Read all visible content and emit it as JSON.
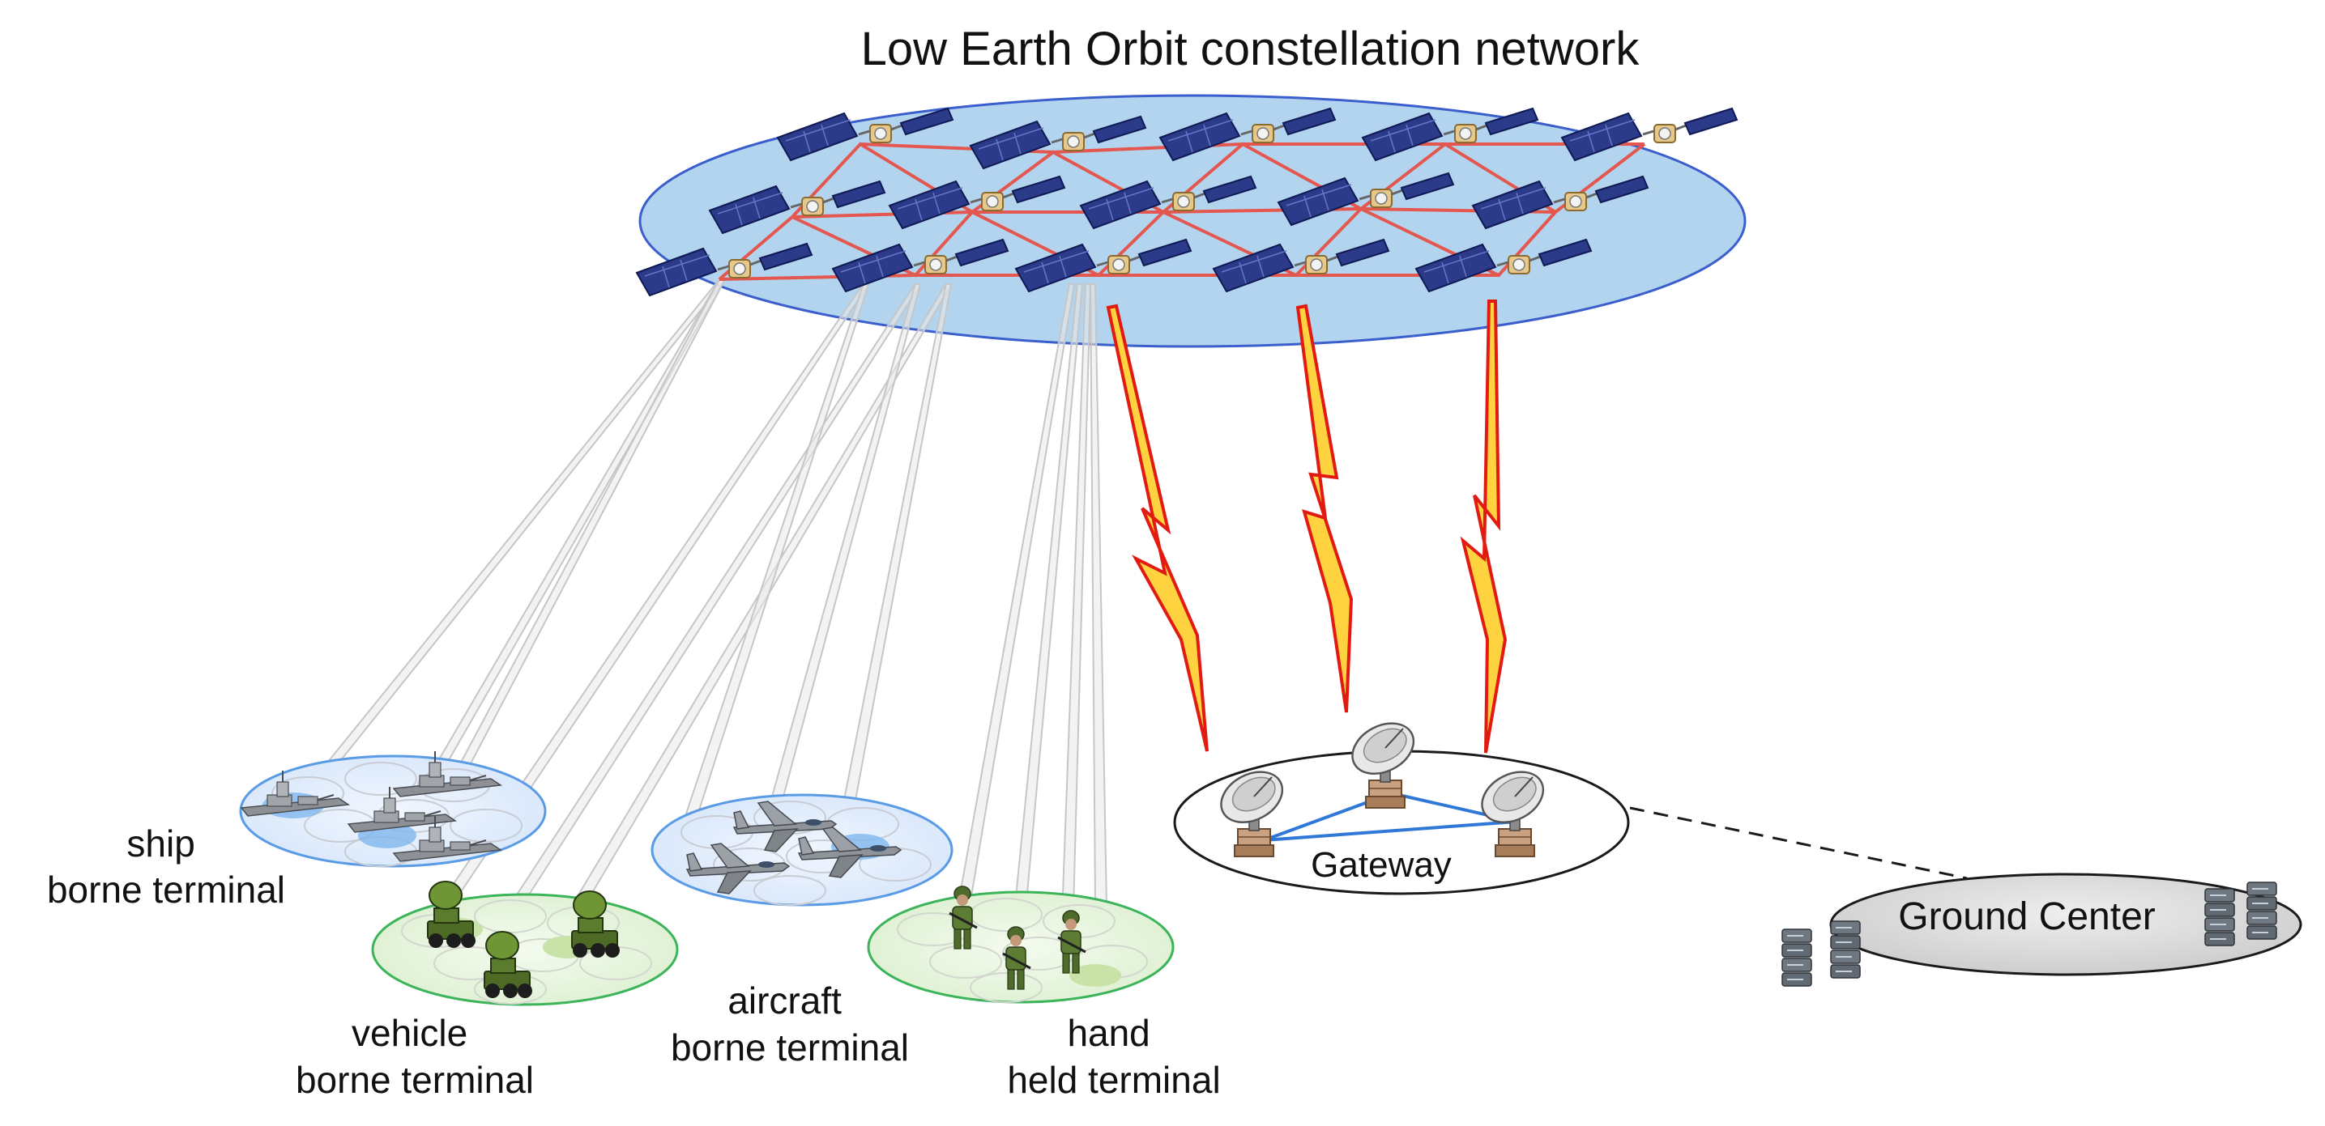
{
  "title": "Low Earth Orbit  constellation network",
  "terminals": {
    "ship": [
      "ship",
      "borne terminal"
    ],
    "vehicle": [
      "vehicle",
      "borne terminal"
    ],
    "aircraft": [
      "aircraft",
      "borne terminal"
    ],
    "hand": [
      "hand",
      "held terminal"
    ]
  },
  "gateway_label": "Gateway",
  "ground_center_label": "Ground Center",
  "colors": {
    "orbit_fill": "#b3d4ee",
    "orbit_stroke": "#3a5fcd",
    "isl_link": "#e4574f",
    "lightning_fill": "#ffd23f",
    "lightning_stroke": "#e21b12",
    "beam": "#cccccc",
    "ship_cell_stroke": "#5a9be6",
    "land_cell_stroke": "#3cb45a",
    "gateway_link": "#2f78d8",
    "ground_center_fill": "#d9d9d9"
  },
  "icons": {
    "satellite": "satellite-icon",
    "ship": "warship-icon",
    "vehicle": "radar-vehicle-icon",
    "aircraft": "fighter-jet-icon",
    "soldier": "soldier-icon",
    "dish": "dish-antenna-icon",
    "server": "server-stack-icon"
  }
}
